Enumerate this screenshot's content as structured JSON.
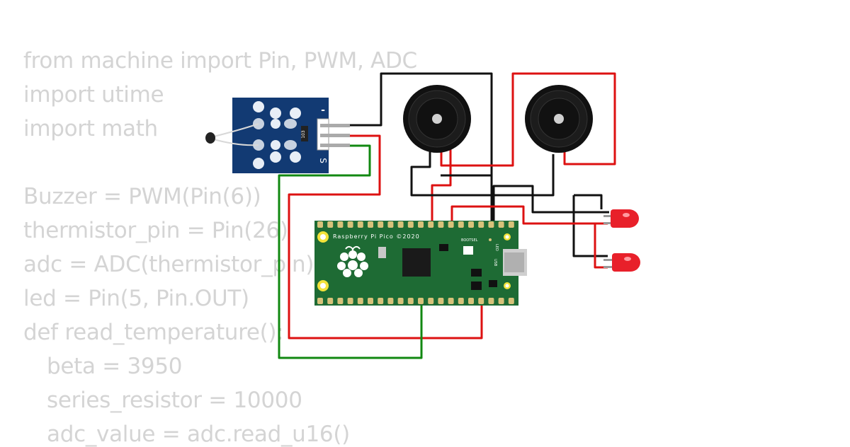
{
  "code_lines": [
    "from machine import Pin, PWM, ADC",
    "import utime",
    "import math",
    "Buzzer = PWM(Pin(6))",
    "thermistor_pin = Pin(26)",
    "adc = ADC(thermistor_pin)",
    "led = Pin(5, Pin.OUT)",
    "def read_temperature():",
    "beta = 3950",
    "series_resistor = 10000",
    "adc_value = adc.read_u16()"
  ],
  "sensor_module": {
    "minus_label": "-",
    "s_label": "S",
    "resistor_code": "103"
  },
  "pico": {
    "board_label": "Raspberry Pi Pico ©2020",
    "bootsel_label": "BOOTSEL",
    "led_label": "LED",
    "usb_label": "USB"
  },
  "colors": {
    "wire_red": "#dd1111",
    "wire_black": "#111111",
    "wire_green": "#118811",
    "pcb_green": "#1e6b34",
    "sensor_blue": "#123a73",
    "led_red": "#e8202a"
  }
}
